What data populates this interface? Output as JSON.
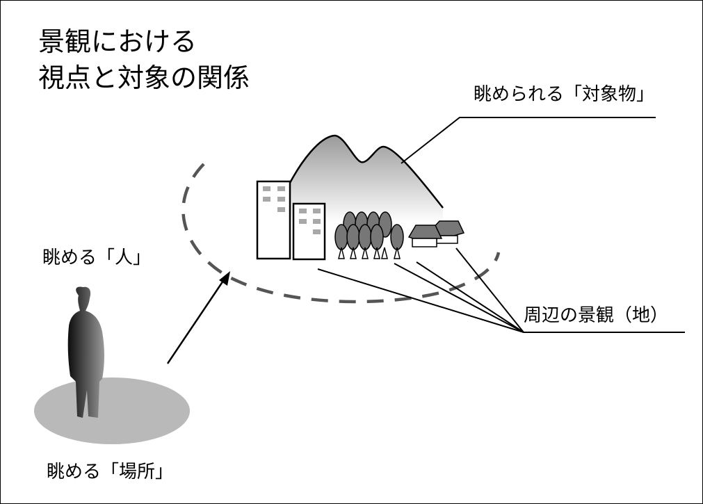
{
  "title": {
    "line1": "景観における",
    "line2": "視点と対象の関係"
  },
  "labels": {
    "object": "眺められる「対象物」",
    "person": "眺める「人」",
    "place": "眺める「場所」",
    "surroundings": "周辺の景観（地）"
  },
  "colors": {
    "line": "#000000",
    "dashed_ellipse": "#555555",
    "place_disk": "#b9b9b9",
    "mountain_top": "#9a9a9a",
    "building_window": "#a8a8a8",
    "tree": "#777777",
    "house_roof": "#777777"
  },
  "icons": [
    "person-silhouette-icon",
    "mountain-icon",
    "building-icon",
    "tree-icon",
    "house-icon"
  ]
}
